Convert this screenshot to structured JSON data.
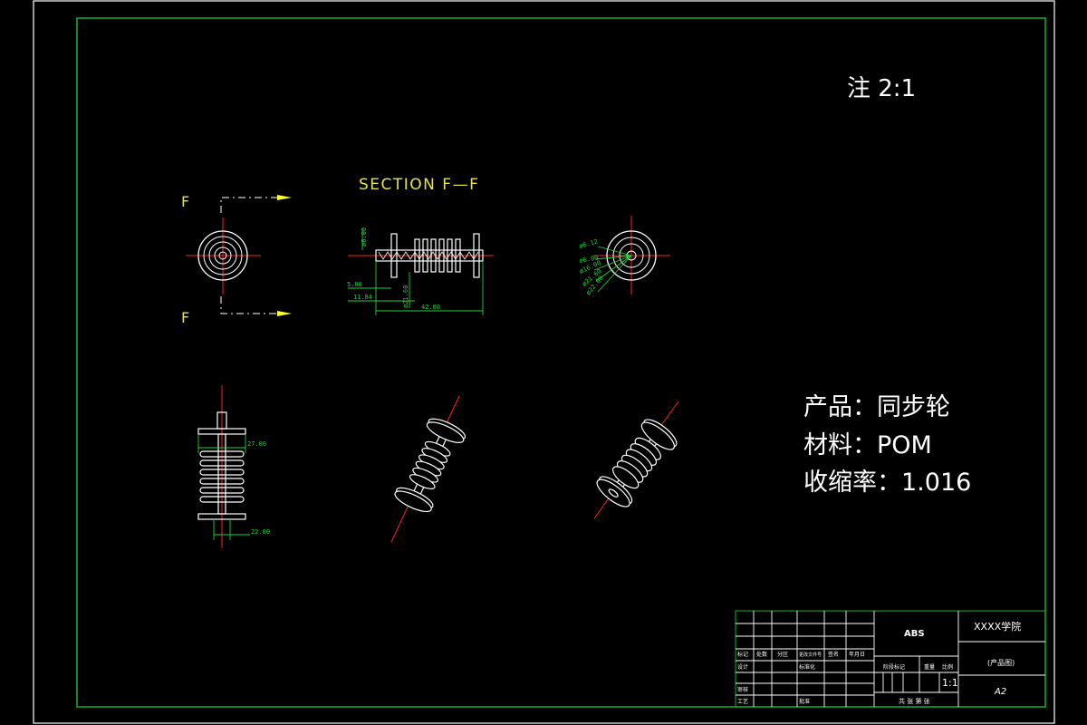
{
  "sheet": {
    "scale_note": "注 2:1",
    "section_title": "SECTION F—F",
    "section_marker": "F"
  },
  "product_info": {
    "product_line": "产品：同步轮",
    "material_line": "材料：POM",
    "shrinkage_line": "收缩率：1.016"
  },
  "dimensions": {
    "section": [
      "ø6.00",
      "5.00",
      "11.84",
      "ø21.60",
      "42.00"
    ],
    "radial": [
      "ø6.12",
      "ø6.00",
      "ø16.00",
      "ø21.60",
      "ø22.00"
    ],
    "front": [
      "27.00",
      "22.00"
    ]
  },
  "title_block": {
    "material": "ABS",
    "school": "XXXX学院",
    "drawing_name": "(产品图)",
    "sheet_size": "A2",
    "scale": "1:1",
    "company": "共 张 第 张",
    "labels": {
      "mark": "标记",
      "count": "处数",
      "zone": "分区",
      "change_doc": "更改文件号",
      "sign": "签名",
      "date": "年月日",
      "design": "设计",
      "standard": "标准化",
      "stage_mark": "阶段标记",
      "weight": "重量",
      "ratio": "比例",
      "check": "审核",
      "process": "工艺",
      "approve": "批准"
    }
  },
  "colors": {
    "border": "#19c02a",
    "centerline": "#ff2020",
    "part": "#ffffff",
    "dim": "#21d23a",
    "section_text": "#e6e24a",
    "arrow": "#ffff2a"
  }
}
